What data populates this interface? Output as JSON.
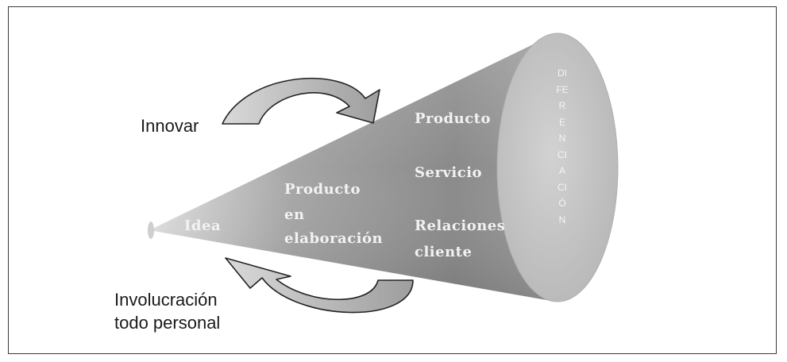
{
  "labels": {
    "innovar": "Innovar",
    "involucracion_line1": "Involucración",
    "involucracion_line2": "todo personal"
  },
  "cone": {
    "idea": "Idea",
    "producto_elab_line1": "Producto",
    "producto_elab_line2": "en",
    "producto_elab_line3": "elaboración",
    "producto": "Producto",
    "servicio": "Servicio",
    "relaciones_line1": "Relaciones",
    "relaciones_line2": "cliente",
    "diferenciacion": "DIFERENCIACIÓN"
  },
  "colors": {
    "cone_light": "#d4d4d4",
    "cone_dark": "#7a7a7a",
    "ellipse": "#c8c8c8",
    "arrow_fill": "#c0c0c0",
    "border": "#3a3a3a"
  }
}
